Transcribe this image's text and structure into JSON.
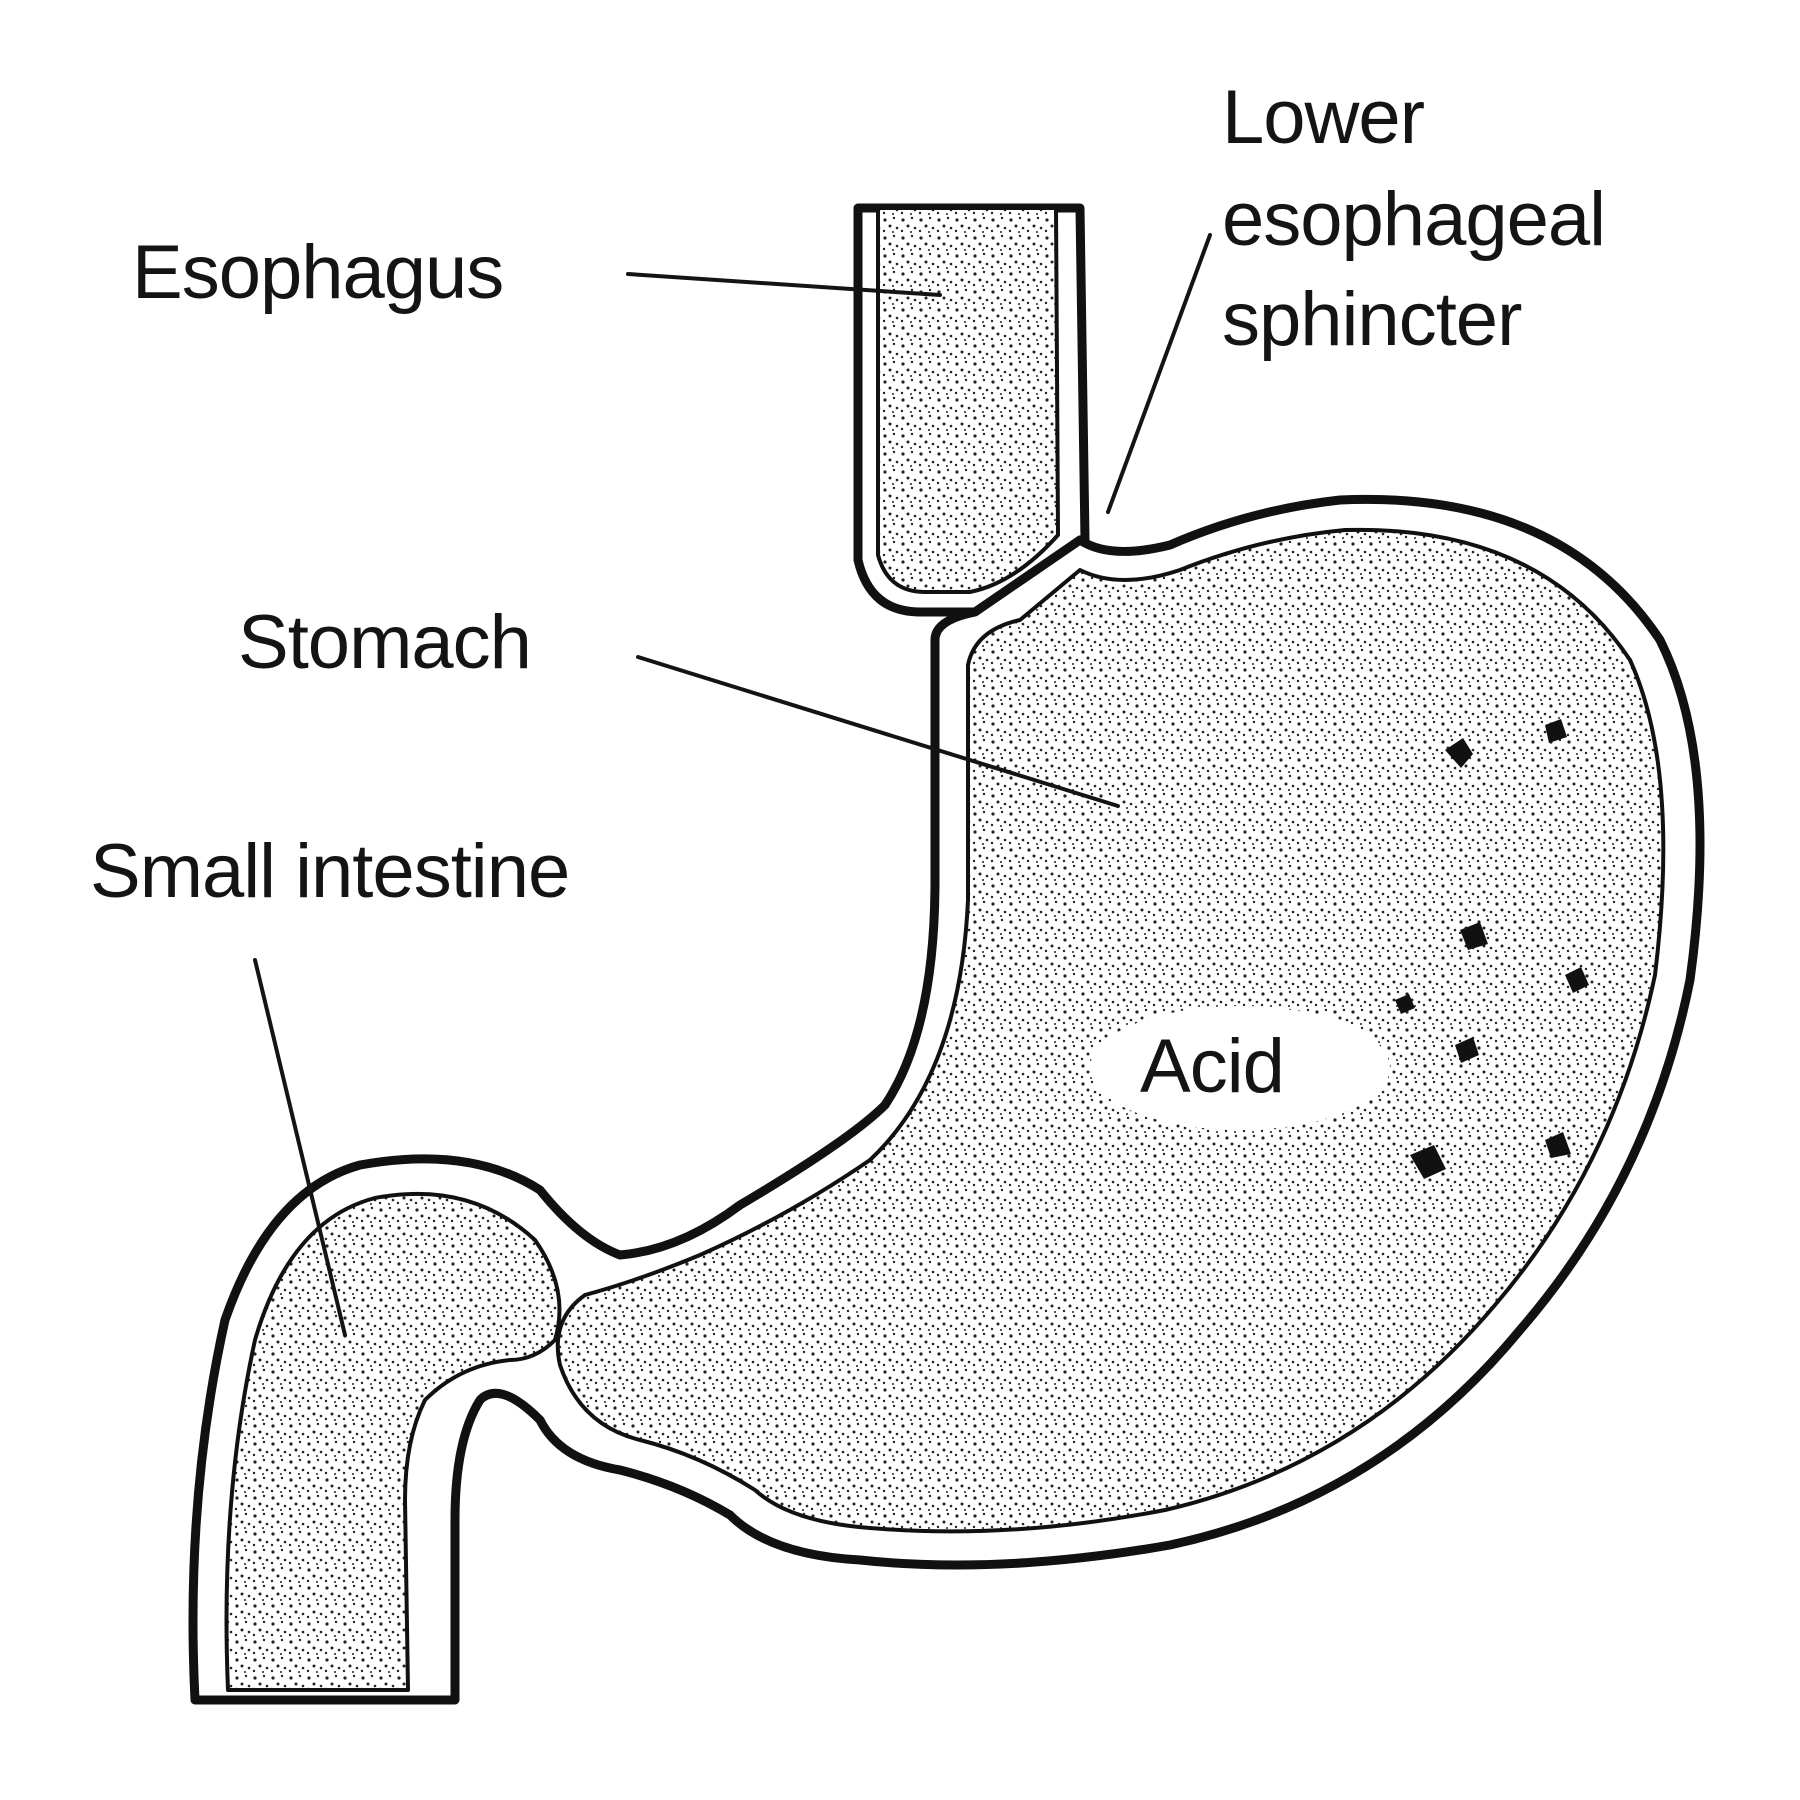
{
  "labels": {
    "esophagus": "Esophagus",
    "les_line1": "Lower",
    "les_line2": "esophageal",
    "les_line3": "sphincter",
    "stomach": "Stomach",
    "small_intestine": "Small intestine",
    "acid": "Acid"
  },
  "colors": {
    "ink": "#111111",
    "background": "#ffffff"
  }
}
